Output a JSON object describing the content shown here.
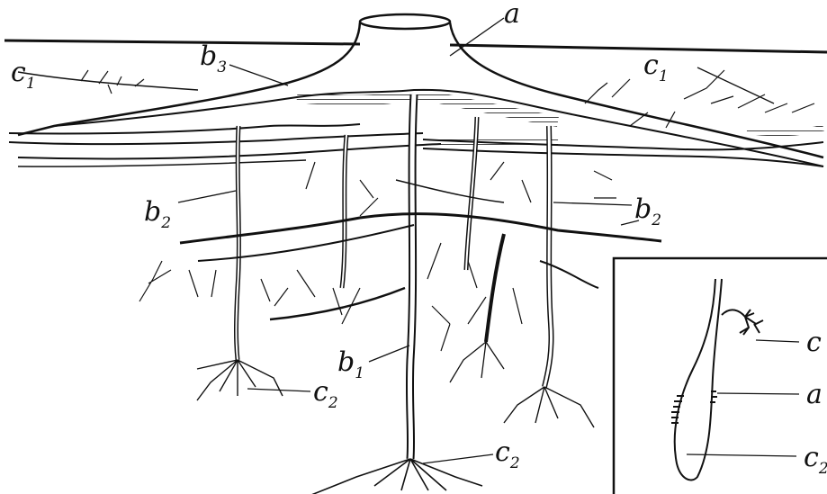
{
  "labels": {
    "a": {
      "main": "a",
      "sub": ""
    },
    "b3": {
      "main": "b",
      "sub": "3"
    },
    "c1_left": {
      "main": "c",
      "sub": "1"
    },
    "c1_right": {
      "main": "c",
      "sub": "1"
    },
    "b2_left": {
      "main": "b",
      "sub": "2"
    },
    "b2_right": {
      "main": "b",
      "sub": "2"
    },
    "b1": {
      "main": "b",
      "sub": "1"
    },
    "c2_left": {
      "main": "c",
      "sub": "2"
    },
    "c2_bottom": {
      "main": "c",
      "sub": "2"
    }
  },
  "inset": {
    "c": {
      "main": "c",
      "sub": ""
    },
    "a": {
      "main": "a",
      "sub": ""
    },
    "c2": {
      "main": "c",
      "sub": "2"
    }
  },
  "colors": {
    "ink": "#111111",
    "background": "#ffffff"
  }
}
